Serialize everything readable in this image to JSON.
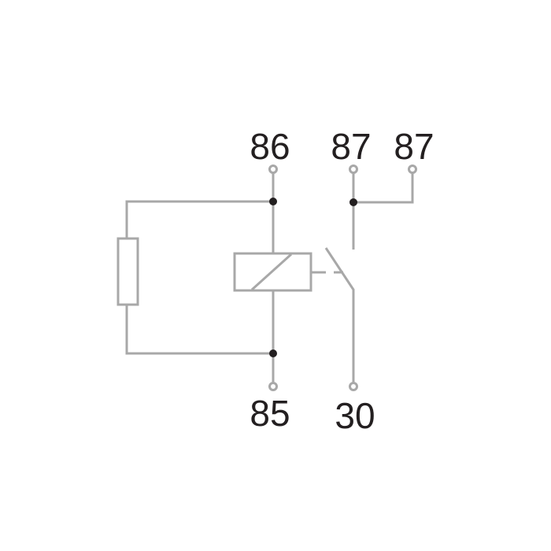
{
  "terminals": {
    "t86": "86",
    "t87a": "87",
    "t87b": "87",
    "t85": "85",
    "t30": "30"
  },
  "colors": {
    "wire": "#a8a8a8",
    "node": "#231f20",
    "text": "#231f20"
  }
}
